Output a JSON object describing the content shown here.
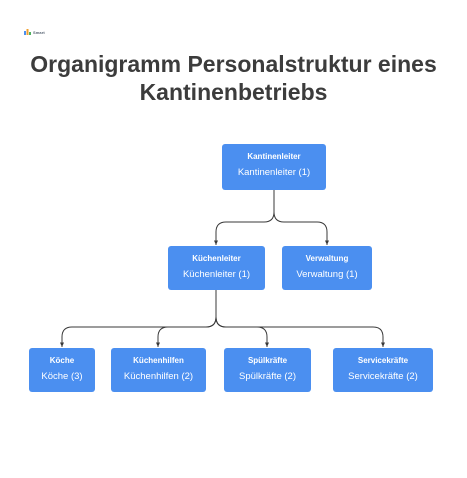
{
  "logo": {
    "text": "Smart",
    "icon": "logo-mark"
  },
  "title": {
    "line1": "Organigramm Personalstruktur eines",
    "line2": "Kantinenbetriebs"
  },
  "colors": {
    "node_fill": "#4b8ff0",
    "edge": "#3a3a3a",
    "title": "#3c3c3c"
  },
  "nodes": {
    "root": {
      "head": "Kantinenleiter",
      "sub": "Kantinenleiter (1)"
    },
    "kitchen": {
      "head": "Küchenleiter",
      "sub": "Küchenleiter (1)"
    },
    "admin": {
      "head": "Verwaltung",
      "sub": "Verwaltung (1)"
    },
    "cooks": {
      "head": "Köche",
      "sub": "Köche (3)"
    },
    "helpers": {
      "head": "Küchenhilfen",
      "sub": "Küchenhilfen (2)"
    },
    "dishwash": {
      "head": "Spülkräfte",
      "sub": "Spülkräfte (2)"
    },
    "service": {
      "head": "Servicekräfte",
      "sub": "Servicekräfte (2)"
    }
  }
}
